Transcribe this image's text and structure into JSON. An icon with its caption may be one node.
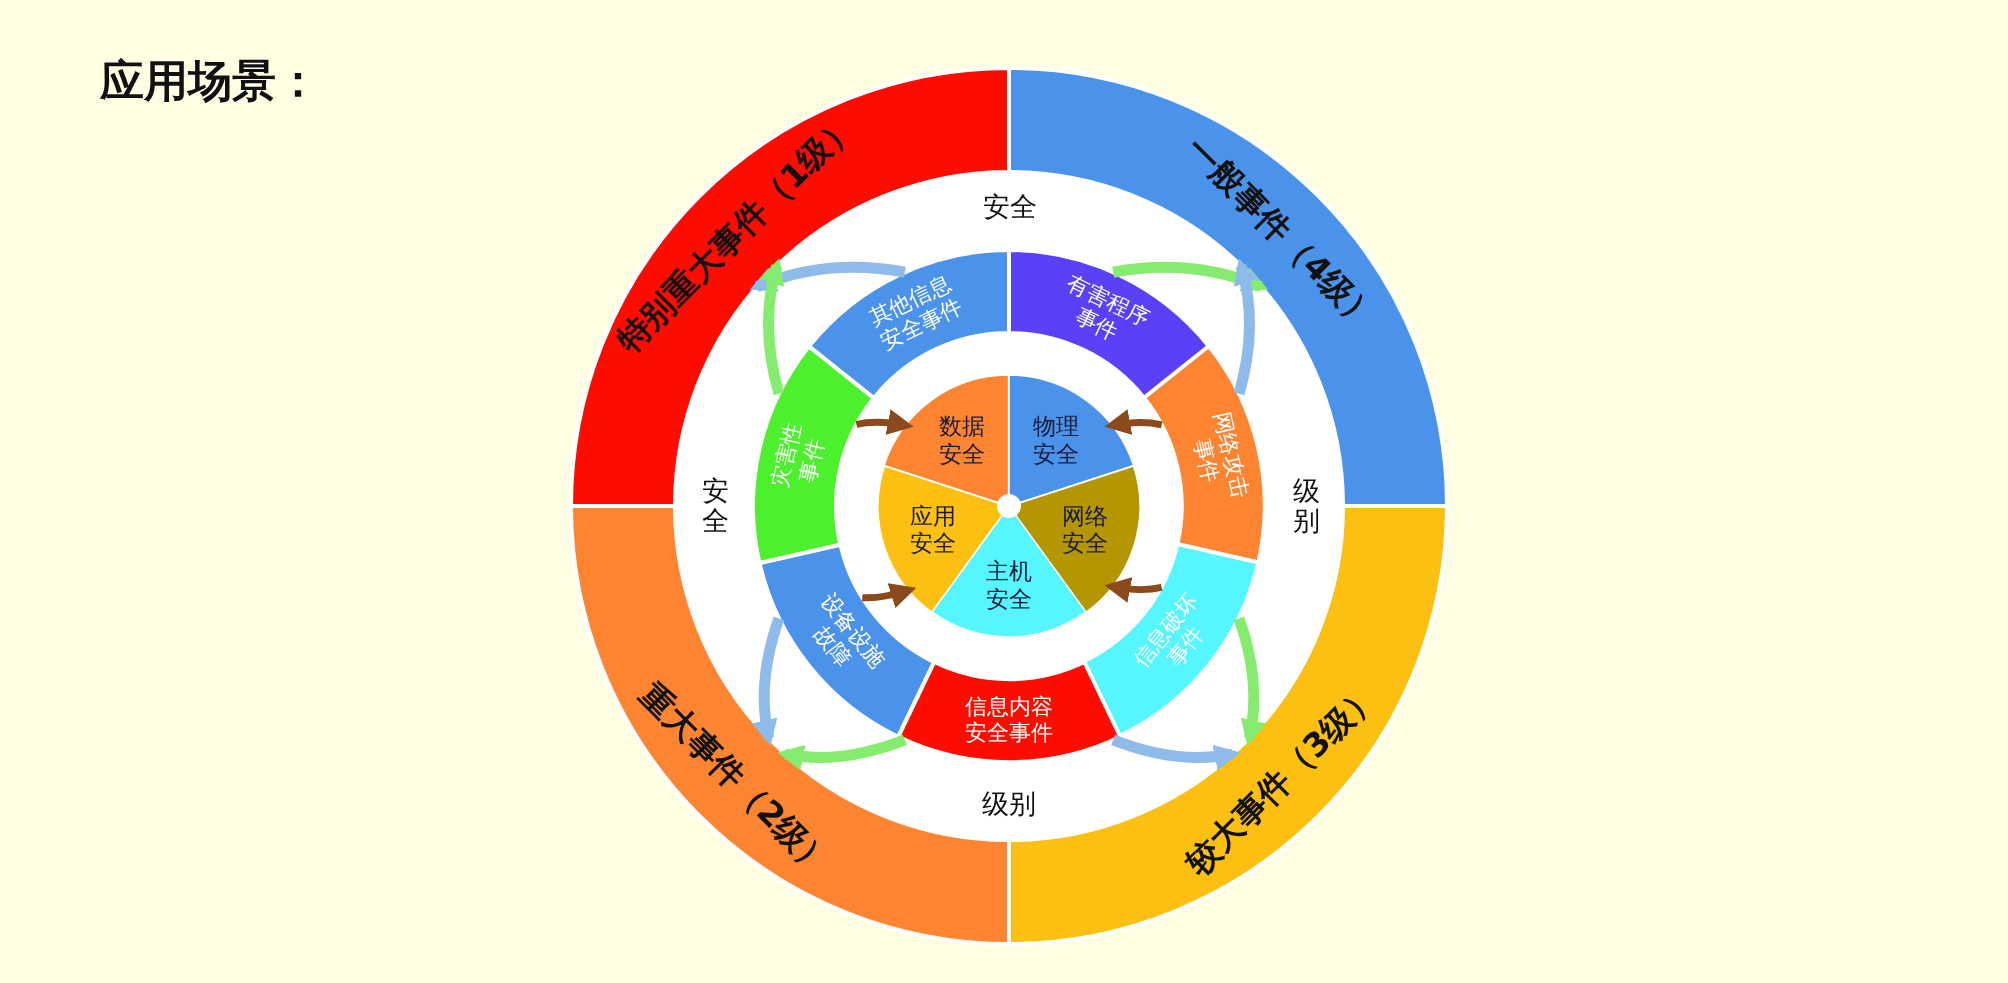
{
  "diagram": {
    "title": "应用场景：",
    "nodes": [
      {
        "text": [
          "特别重大事件（1级）"
        ]
      },
      {
        "text": [
          "一般事件（4级）"
        ]
      },
      {
        "text": [
          "重大事件（2级）"
        ]
      },
      {
        "text": [
          "较大事件（3级）"
        ]
      },
      {
        "text": [
          "其他信息安全事件"
        ]
      },
      {
        "text": [
          "有害程序事件"
        ]
      },
      {
        "text": [
          "灾害性事件"
        ]
      },
      {
        "text": [
          "网络攻击事件"
        ]
      },
      {
        "text": [
          "设备设施故障"
        ]
      },
      {
        "text": [
          "信息破坏事件"
        ]
      },
      {
        "text": [
          "信息内容安全事件"
        ]
      },
      {
        "text": [
          "数据安全"
        ]
      },
      {
        "text": [
          "物理安全"
        ]
      },
      {
        "text": [
          "应用安全"
        ]
      },
      {
        "text": [
          "网络安全"
        ]
      },
      {
        "text": [
          "主机安全"
        ]
      }
    ],
    "edges": [
      {
        "from": 4,
        "to": 0,
        "arrow": "to",
        "color": "#8fbbea"
      },
      {
        "from": 6,
        "to": 0,
        "arrow": "to",
        "color": "#86ec70"
      },
      {
        "from": 5,
        "to": 1,
        "arrow": "to",
        "color": "#86ec70"
      },
      {
        "from": 7,
        "to": 1,
        "arrow": "to",
        "color": "#8fbbea"
      },
      {
        "from": 9,
        "to": 3,
        "arrow": "to",
        "color": "#86ec70"
      },
      {
        "from": 10,
        "to": 3,
        "arrow": "to",
        "color": "#8fbbea"
      },
      {
        "from": 10,
        "to": 2,
        "arrow": "to",
        "color": "#86ec70"
      },
      {
        "from": 8,
        "to": 2,
        "arrow": "to",
        "color": "#8fbbea"
      },
      {
        "from": 6,
        "to": 11,
        "arrow": "to",
        "color": "#8a4a1c"
      },
      {
        "from": 7,
        "to": 12,
        "arrow": "to",
        "color": "#8a4a1c"
      },
      {
        "from": 8,
        "to": 13,
        "arrow": "to",
        "color": "#8a4a1c"
      },
      {
        "from": 9,
        "to": 14,
        "arrow": "to",
        "color": "#8a4a1c"
      }
    ],
    "labels": [
      "安全",
      "安全",
      "级别",
      "级别"
    ]
  }
}
